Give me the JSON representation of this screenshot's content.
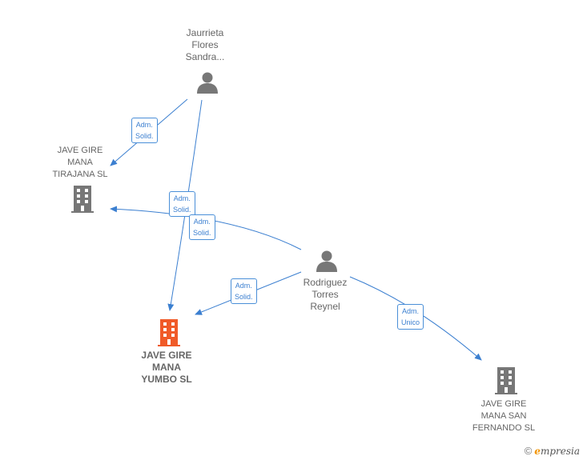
{
  "nodes": {
    "jaurrieta": {
      "lines": [
        "Jaurrieta",
        "Flores",
        "Sandra..."
      ],
      "type": "person"
    },
    "rodriguez": {
      "lines": [
        "Rodriguez",
        "Torres",
        "Reynel"
      ],
      "type": "person"
    },
    "tirajana": {
      "lines": [
        "JAVE GIRE",
        "MANA",
        "TIRAJANA  SL"
      ],
      "type": "company"
    },
    "yumbo": {
      "lines": [
        "JAVE GIRE",
        "MANA",
        "YUMBO  SL"
      ],
      "type": "company-main"
    },
    "sanfernando": {
      "lines": [
        "JAVE GIRE",
        "MANA SAN",
        "FERNANDO  SL"
      ],
      "type": "company"
    }
  },
  "edges": [
    {
      "from": "jaurrieta",
      "to": "tirajana",
      "label": [
        "Adm.",
        "Solid."
      ]
    },
    {
      "from": "jaurrieta",
      "to": "yumbo",
      "label": [
        "Adm.",
        "Solid."
      ]
    },
    {
      "from": "rodriguez",
      "to": "tirajana",
      "label": [
        "Adm.",
        "Solid."
      ]
    },
    {
      "from": "rodriguez",
      "to": "yumbo",
      "label": [
        "Adm.",
        "Solid."
      ]
    },
    {
      "from": "rodriguez",
      "to": "sanfernando",
      "label": [
        "Adm.",
        "Unico"
      ]
    }
  ],
  "colors": {
    "edge": "#3b7fd0",
    "person_icon": "#777777",
    "company_icon": "#777777",
    "main_company_icon": "#f05a28"
  },
  "brand": {
    "copyright": "©",
    "e": "e",
    "rest": "mpresia"
  }
}
